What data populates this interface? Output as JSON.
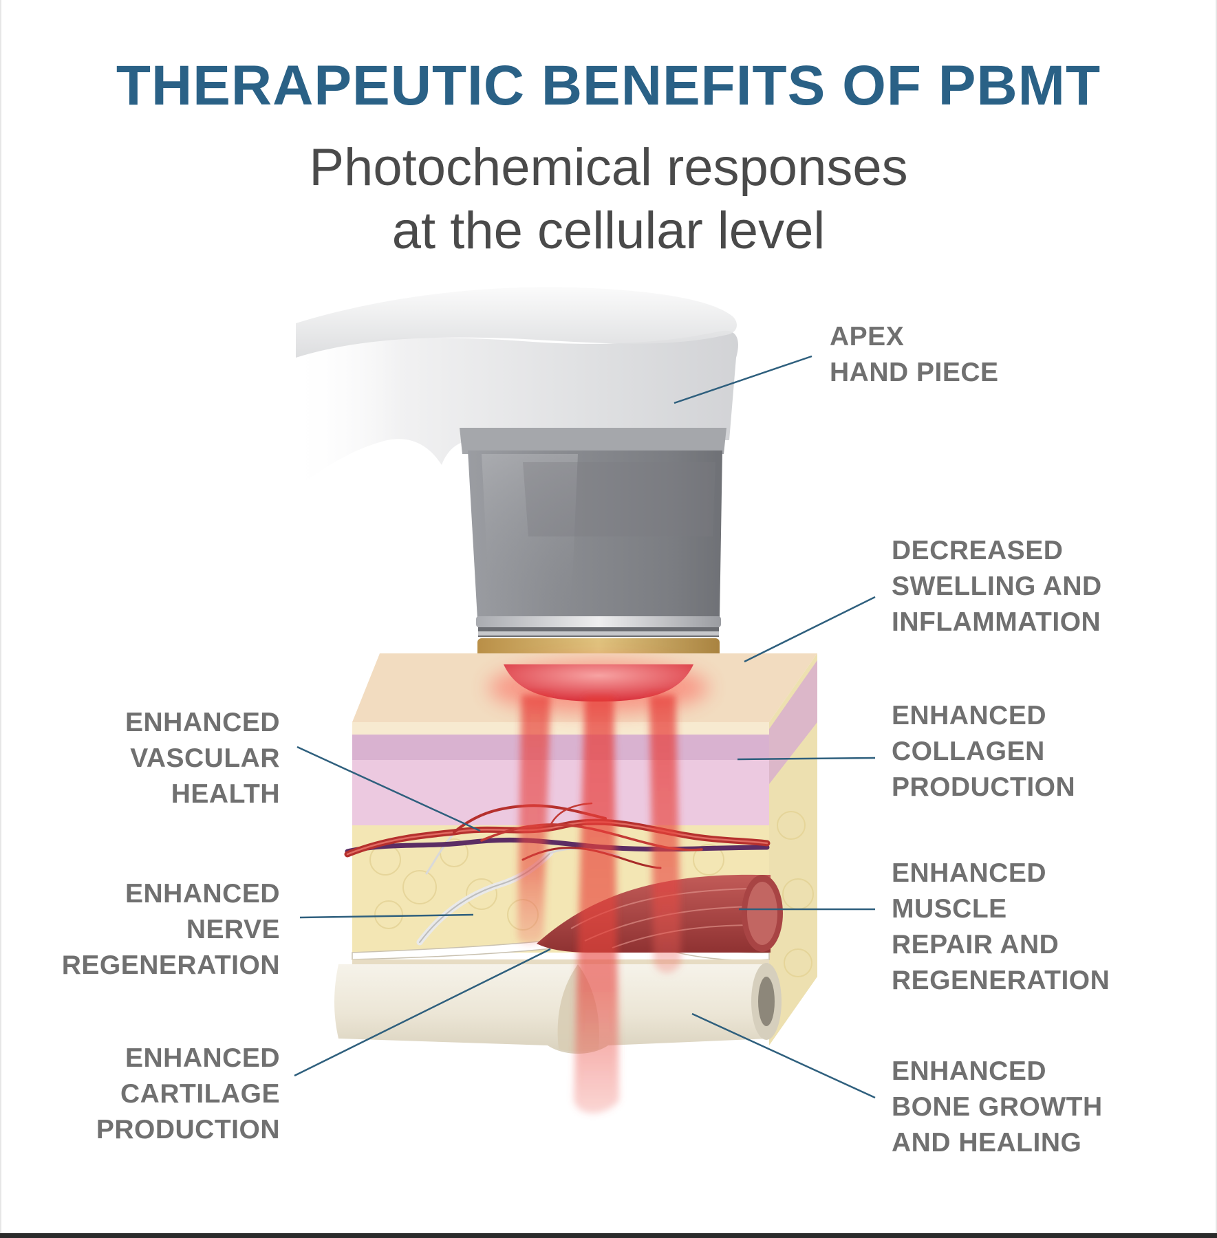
{
  "header": {
    "title": "THERAPEUTIC BENEFITS OF PBMT",
    "subtitle_line1": "Photochemical responses",
    "subtitle_line2": "at the cellular level"
  },
  "labels": {
    "apex": [
      "APEX",
      "HAND PIECE"
    ],
    "swelling": [
      "DECREASED",
      "SWELLING AND",
      "INFLAMMATION"
    ],
    "collagen": [
      "ENHANCED",
      "COLLAGEN",
      "PRODUCTION"
    ],
    "muscle": [
      "ENHANCED",
      "MUSCLE",
      "REPAIR AND",
      "REGENERATION"
    ],
    "bone": [
      "ENHANCED",
      "BONE GROWTH",
      "AND HEALING"
    ],
    "vascular": [
      "ENHANCED",
      "VASCULAR",
      "HEALTH"
    ],
    "nerve": [
      "ENHANCED",
      "NERVE",
      "REGENERATION"
    ],
    "cartilage": [
      "ENHANCED",
      "CARTILAGE",
      "PRODUCTION"
    ]
  },
  "colors": {
    "title": "#2a6186",
    "label": "#707070",
    "leader_line": "#2e5f7d",
    "laser": "#e8463f",
    "handpiece": "#8e9095",
    "ring": "#c9a560",
    "skin_top": "#f2dcc0",
    "dermis": "#e8c6dc",
    "fat": "#f3e6b4",
    "bone": "#ece6d6"
  }
}
